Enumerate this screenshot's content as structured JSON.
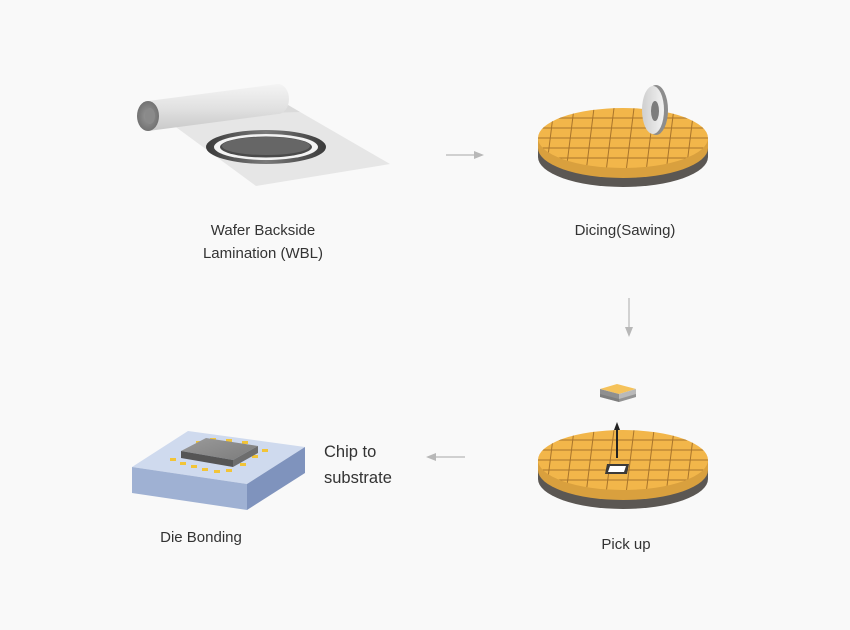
{
  "steps": {
    "wbl": {
      "line1": "Wafer Backside",
      "line2": "Lamination (WBL)"
    },
    "dicing": {
      "label": "Dicing(Sawing)"
    },
    "pickup": {
      "label": "Pick up"
    },
    "die_bonding": {
      "label": "Die Bonding"
    }
  },
  "annotations": {
    "chip_to_substrate": {
      "line1": "Chip to",
      "line2": "substrate"
    }
  },
  "colors": {
    "wafer_gold": "#f2b64a",
    "wafer_grid": "#b07a28",
    "wafer_base": "#5b5753",
    "substrate_blue": "#a8b8d8",
    "arrow_gray": "#b8b8b8",
    "background": "#f9f9f9"
  }
}
